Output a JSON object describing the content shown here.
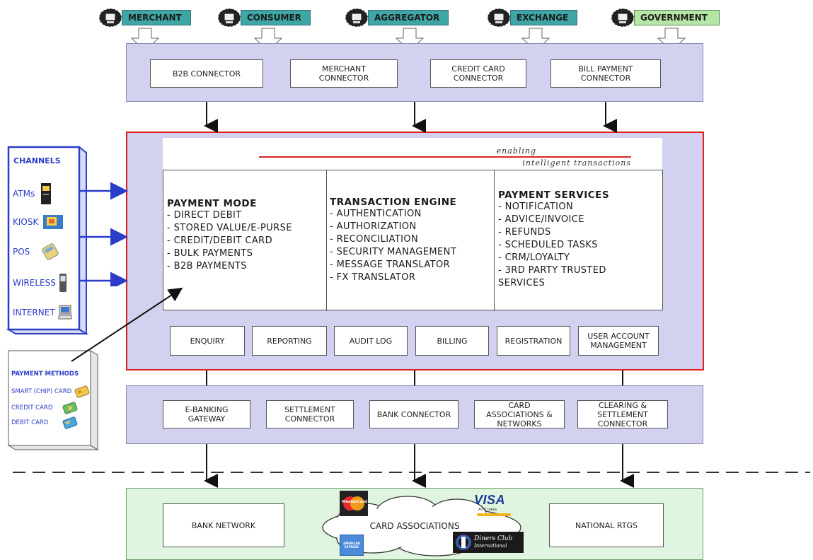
{
  "entities": [
    {
      "label": "MERCHANT",
      "color": "#3fa6a6"
    },
    {
      "label": "CONSUMER",
      "color": "#3fa6a6"
    },
    {
      "label": "AGGREGATOR",
      "color": "#3fa6a6"
    },
    {
      "label": "EXCHANGE",
      "color": "#3fa6a6"
    },
    {
      "label": "GOVERNMENT",
      "color": "#b6e6a6"
    }
  ],
  "connectors": {
    "b2b": "B2B CONNECTOR",
    "merchant": [
      "MERCHANT",
      "CONNECTOR"
    ],
    "credit_card": [
      "CREDIT CARD",
      "CONNECTOR"
    ],
    "bill_payment": [
      "BILL PAYMENT",
      "CONNECTOR"
    ]
  },
  "tagline": {
    "line1": "enabling",
    "line2": "intelligent transactions"
  },
  "payment_mode": {
    "title": "PAYMENT MODE",
    "items": [
      "- DIRECT DEBIT",
      "- STORED VALUE/E-PURSE",
      "- CREDIT/DEBIT CARD",
      "- BULK PAYMENTS",
      "- B2B PAYMENTS"
    ]
  },
  "transaction_engine": {
    "title": "TRANSACTION ENGINE",
    "items": [
      "- AUTHENTICATION",
      "- AUTHORIZATION",
      "- RECONCILIATION",
      "- SECURITY MANAGEMENT",
      "- MESSAGE TRANSLATOR",
      "- FX TRANSLATOR"
    ]
  },
  "payment_services": {
    "title": "PAYMENT SERVICES",
    "items": [
      "- NOTIFICATION",
      "- ADVICE/INVOICE",
      "- REFUNDS",
      "- SCHEDULED TASKS",
      "- CRM/LOYALTY",
      "- 3RD PARTY TRUSTED",
      "SERVICES"
    ]
  },
  "functions": {
    "enquiry": "ENQUIRY",
    "reporting": "REPORTING",
    "audit_log": "AUDIT LOG",
    "billing": "BILLING",
    "registration": "REGISTRATION",
    "user_account": [
      "USER ACCOUNT",
      "MANAGEMENT"
    ]
  },
  "channels": {
    "title": "CHANNELS",
    "items": [
      "ATMs",
      "KIOSK",
      "POS",
      "WIRELESS",
      "INTERNET"
    ]
  },
  "payment_methods": {
    "title": "PAYMENT METHODS",
    "items": [
      "SMART (CHIP) CARD",
      "CREDIT CARD",
      "DEBIT CARD"
    ]
  },
  "banking": {
    "ebanking": [
      "E-BANKING",
      "GATEWAY"
    ],
    "settlement": [
      "SETTLEMENT",
      "CONNECTOR"
    ],
    "bank_connector": "BANK CONNECTOR",
    "card_assoc": [
      "CARD",
      "ASSOCIATIONS &",
      "NETWORKS"
    ],
    "clearing": [
      "CLEARING &",
      "SETTLEMENT",
      "CONNECTOR"
    ]
  },
  "network": {
    "bank_network": "BANK NETWORK",
    "card_associations": "CARD ASSOCIATIONS",
    "national_rtgs": "NATIONAL RTGS",
    "visa": "VISA",
    "visa_sub": "All it takes.",
    "mastercard": "MasterCard",
    "diners": [
      "Diners Club",
      "International"
    ],
    "amex": "AMERICAN EXPRESS"
  },
  "colors": {
    "band": "#d2d2f0",
    "core_border": "#e02020",
    "channel_border": "#2a3cc9",
    "arrow_blue": "#2a3cc9",
    "network_bg": "#dff5df"
  }
}
